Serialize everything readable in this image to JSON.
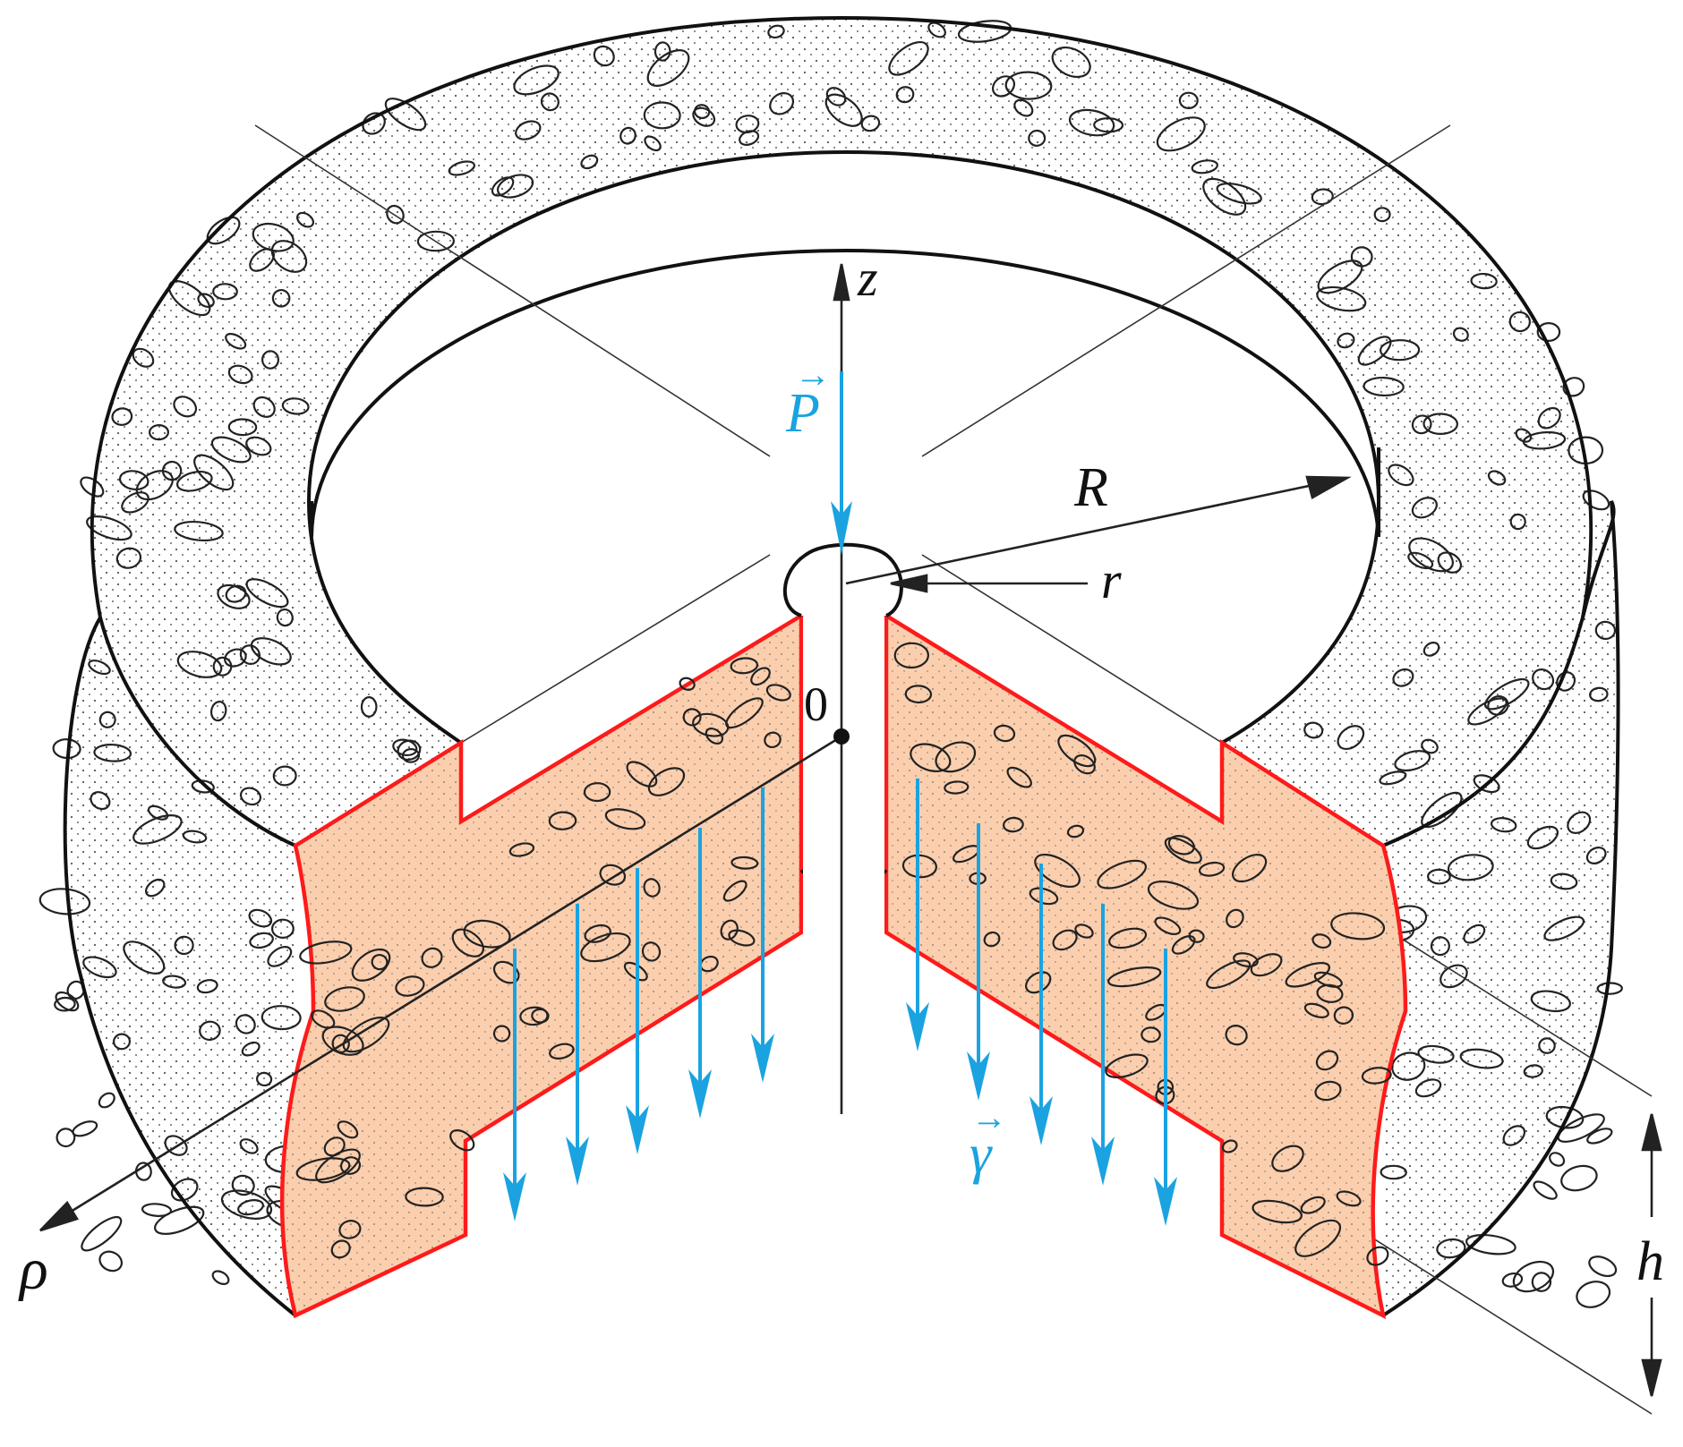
{
  "labels": {
    "z_axis": "z",
    "rho_axis": "ρ",
    "origin": "0",
    "big_radius": "R",
    "small_radius": "r",
    "height": "h",
    "force": "P",
    "gravity": "γ"
  },
  "colors": {
    "outline": "#111111",
    "cut_stroke": "#ff1a1a",
    "cut_fill": "#fbcfae",
    "arrow": "#1aa3e0",
    "axis": "#222222",
    "thin_line": "#333333"
  }
}
